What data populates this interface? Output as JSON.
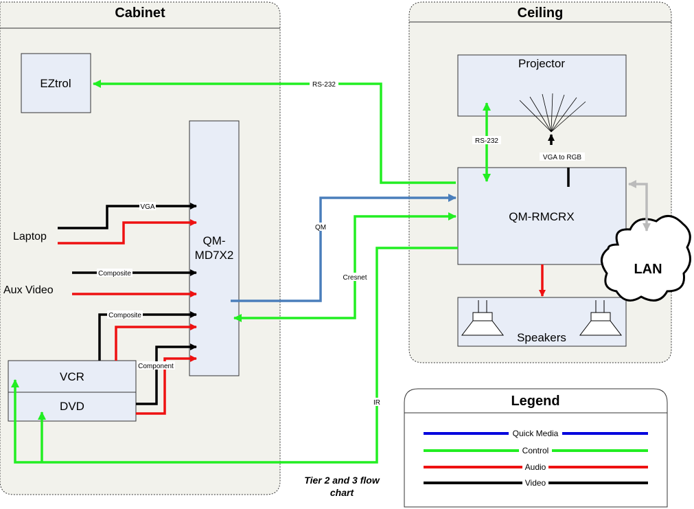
{
  "panels": {
    "cabinet": "Cabinet",
    "ceiling": "Ceiling",
    "legend": "Legend"
  },
  "devices": {
    "eztrol": "EZtrol",
    "switcher_line1": "QM-",
    "switcher_line2": "MD7X2",
    "vcr": "VCR",
    "dvd": "DVD",
    "projector": "Projector",
    "receiver": "QM-RMCRX",
    "speakers": "Speakers",
    "lan": "LAN"
  },
  "sources": {
    "laptop": "Laptop",
    "aux_video": "Aux Video"
  },
  "connections": {
    "vga": "VGA",
    "composite_aux": "Composite",
    "composite_vcr": "Composite",
    "component": "Component",
    "rs232_eztrol": "RS-232",
    "rs232_projector": "RS-232",
    "vga_to_rgb": "VGA to RGB",
    "qm": "QM",
    "cresnet": "Cresnet",
    "ir": "IR"
  },
  "legend": {
    "items": [
      {
        "label": "Quick Media",
        "color": "#0000dd"
      },
      {
        "label": "Control",
        "color": "#22ee22"
      },
      {
        "label": "Audio",
        "color": "#ee1111"
      },
      {
        "label": "Video",
        "color": "#000000"
      }
    ]
  },
  "caption": {
    "line1": "Tier 2 and 3 flow",
    "line2": "chart"
  },
  "colors": {
    "video": "#000000",
    "audio": "#ee1111",
    "control": "#22ee22",
    "quick_media": "#4a7ebb",
    "lan_link": "#bbbbbb",
    "device_fill": "#e8edf7",
    "panel_fill": "#f2f2ec"
  }
}
